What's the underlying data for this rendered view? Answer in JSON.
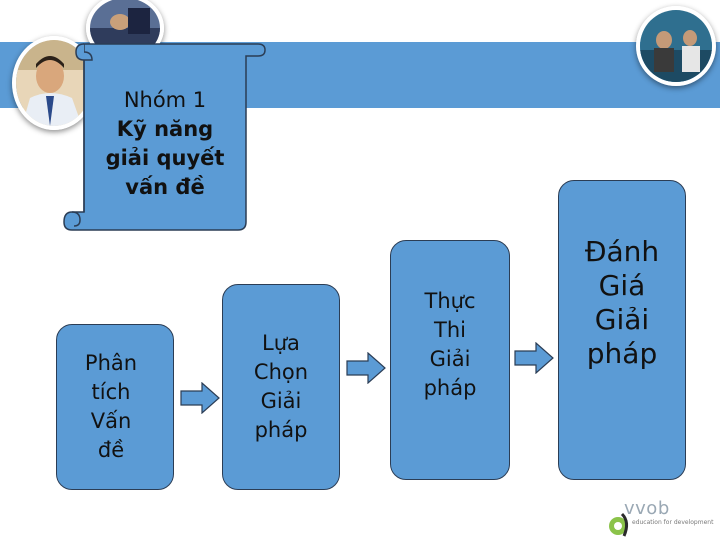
{
  "scroll": {
    "title": "Nhóm 1",
    "subtitle": "Kỹ năng\ngiải quyết\nvấn đề"
  },
  "steps": [
    {
      "label": "Phân\ntích\nVấn\nđề"
    },
    {
      "label": "Lựa\nChọn\nGiải\npháp"
    },
    {
      "label": "Thực\nThi\nGiải\npháp"
    },
    {
      "label": "Đánh\nGiá\nGiải\npháp"
    }
  ],
  "logo": {
    "word": "vvob",
    "tagline": "education for development"
  },
  "colors": {
    "banner": "#5b9bd5",
    "box": "#5b9bd5",
    "box_border": "#2b3d55",
    "logo_green": "#8bc34a"
  }
}
